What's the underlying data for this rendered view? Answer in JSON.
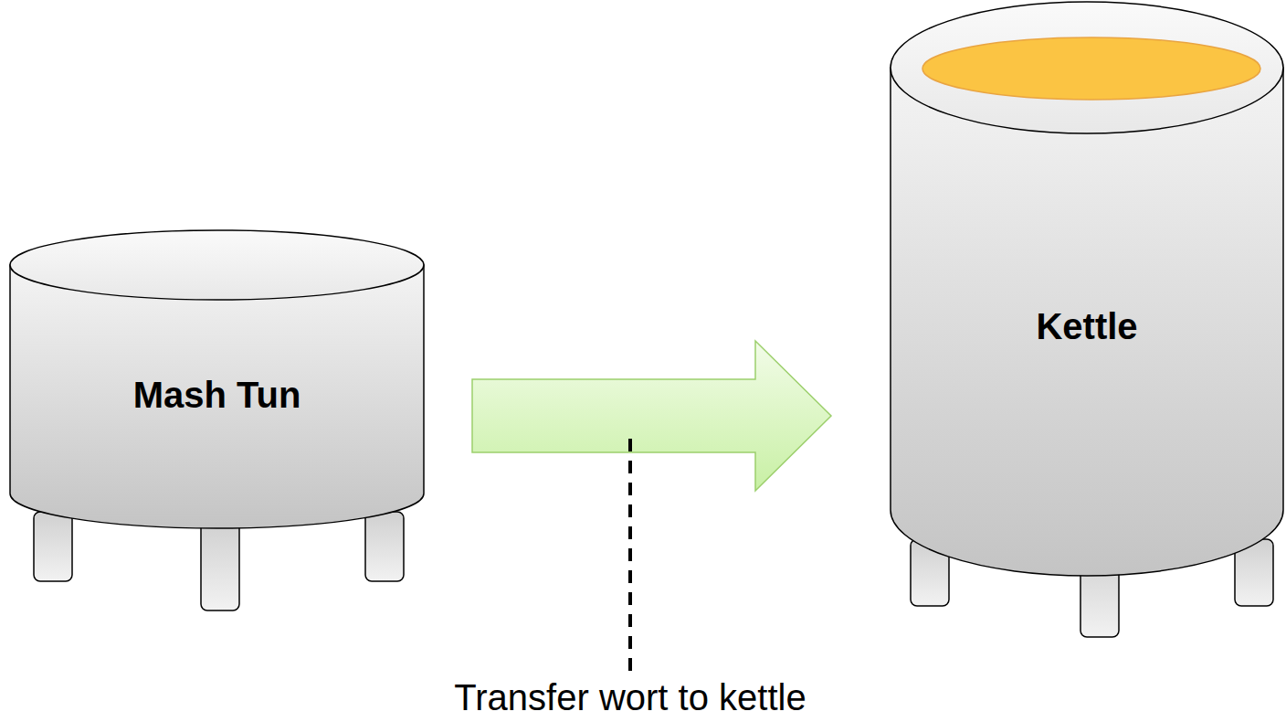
{
  "diagram": {
    "nodes": [
      {
        "text": [
          "Mash Tun"
        ]
      },
      {
        "text": [
          "Kettle"
        ]
      }
    ],
    "edges": [
      {
        "from": 0,
        "to": 1,
        "arrow": "to",
        "label": "Transfer wort to kettle"
      }
    ]
  }
}
